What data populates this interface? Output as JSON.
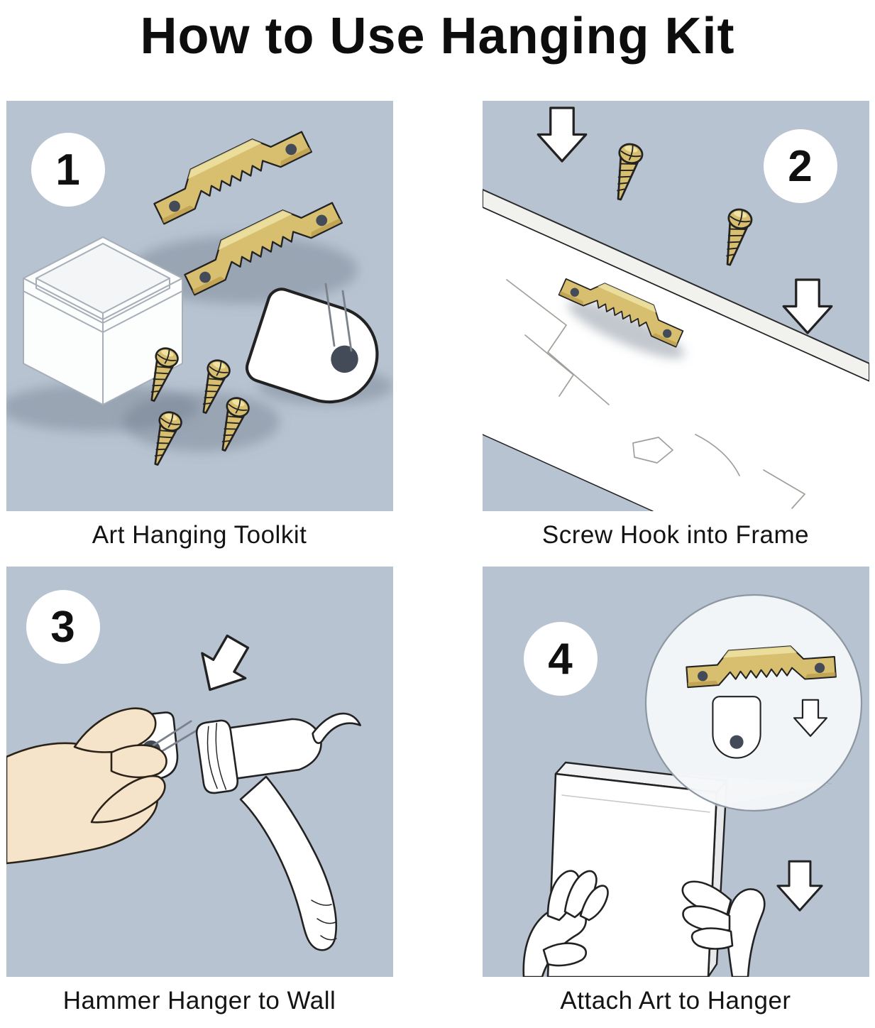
{
  "title": "How to Use Hanging Kit",
  "panels": [
    {
      "number": "1",
      "caption": "Art Hanging Toolkit",
      "depicts": [
        "storage-box",
        "sawtooth-hangers",
        "screws",
        "wall-hook"
      ]
    },
    {
      "number": "2",
      "caption": "Screw Hook into Frame",
      "depicts": [
        "wood-frame-board",
        "sawtooth-hanger",
        "screws",
        "down-arrows"
      ]
    },
    {
      "number": "3",
      "caption": "Hammer Hanger to Wall",
      "depicts": [
        "hand-holding-hanger",
        "hammer",
        "down-arrow"
      ]
    },
    {
      "number": "4",
      "caption": "Attach Art to Hanger",
      "depicts": [
        "magnifier-circle-with-hanger-and-hook",
        "picture-frame",
        "hands",
        "down-arrows"
      ]
    }
  ],
  "colors": {
    "panel_bg": "#b7c3d1",
    "brass": "#d8bf70",
    "brass_light": "#efe2a2",
    "ink": "#222222",
    "paper": "#ffffff",
    "flesh": "#f6e4ca",
    "hole": "#434b59",
    "shadow": "#6e7a8a"
  }
}
